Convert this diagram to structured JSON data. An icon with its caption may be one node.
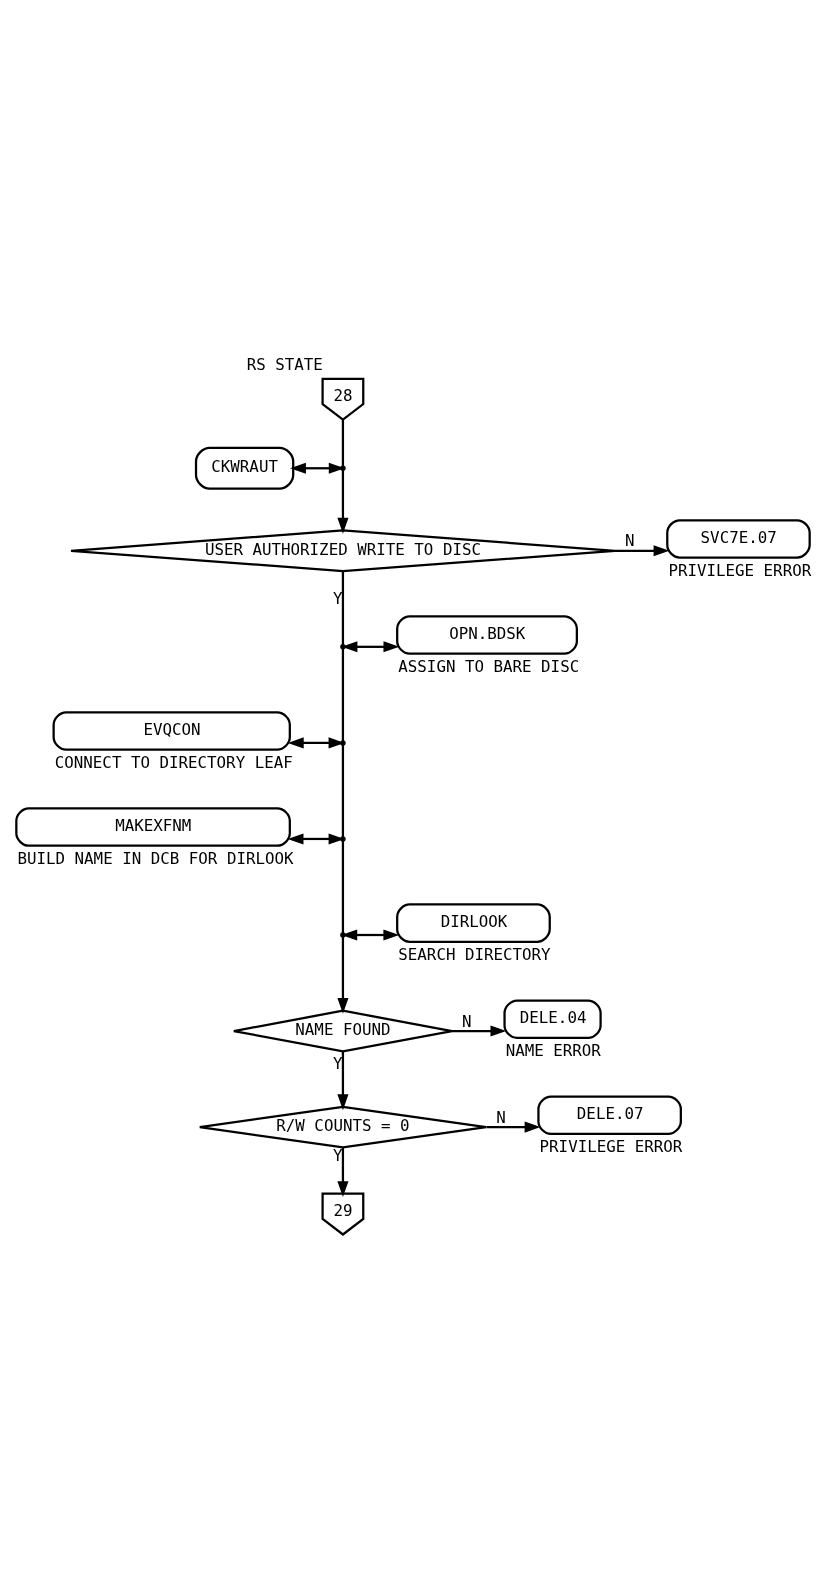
{
  "diagram": {
    "nodes": [
      {
        "text": [
          "28"
        ],
        "beside": [
          "RS STATE"
        ]
      },
      {
        "text": [
          "CKWRAUT"
        ]
      },
      {
        "text": [
          "USER AUTHORIZED WRITE TO DISC"
        ]
      },
      {
        "text": [
          "SVC7E.07"
        ],
        "beside": [
          "PRIVILEGE ERROR"
        ]
      },
      {
        "text": [
          "OPN.BDSK"
        ],
        "beside": [
          "ASSIGN TO BARE DISC"
        ]
      },
      {
        "text": [
          "EVQCON"
        ],
        "beside": [
          "CONNECT TO DIRECTORY LEAF"
        ]
      },
      {
        "text": [
          "MAKEXFNM"
        ],
        "beside": [
          "BUILD NAME IN DCB FOR DIRLOOK"
        ]
      },
      {
        "text": [
          "DIRLOOK"
        ],
        "beside": [
          "SEARCH DIRECTORY"
        ]
      },
      {
        "text": [
          "NAME FOUND"
        ]
      },
      {
        "text": [
          "DELE.04"
        ],
        "beside": [
          "NAME ERROR"
        ]
      },
      {
        "text": [
          "R/W COUNTS = 0"
        ]
      },
      {
        "text": [
          "DELE.07"
        ],
        "beside": [
          "PRIVILEGE ERROR"
        ]
      },
      {
        "text": [
          "29"
        ]
      }
    ],
    "edges": [
      {
        "from": 0,
        "to": 2,
        "arrow": "to"
      },
      {
        "from": 1,
        "to": null,
        "arrow": "both"
      },
      {
        "from": 2,
        "to": 3,
        "arrow": "to",
        "label": "N"
      },
      {
        "from": 2,
        "to": 8,
        "arrow": "to",
        "label": "Y"
      },
      {
        "from": 4,
        "to": null,
        "arrow": "both"
      },
      {
        "from": 5,
        "to": null,
        "arrow": "both"
      },
      {
        "from": 6,
        "to": null,
        "arrow": "both"
      },
      {
        "from": 7,
        "to": null,
        "arrow": "both"
      },
      {
        "from": 8,
        "to": 9,
        "arrow": "to",
        "label": "N"
      },
      {
        "from": 8,
        "to": 10,
        "arrow": "to",
        "label": "Y"
      },
      {
        "from": 10,
        "to": 11,
        "arrow": "to",
        "label": "N"
      },
      {
        "from": 10,
        "to": 12,
        "arrow": "to",
        "label": "Y"
      }
    ]
  }
}
